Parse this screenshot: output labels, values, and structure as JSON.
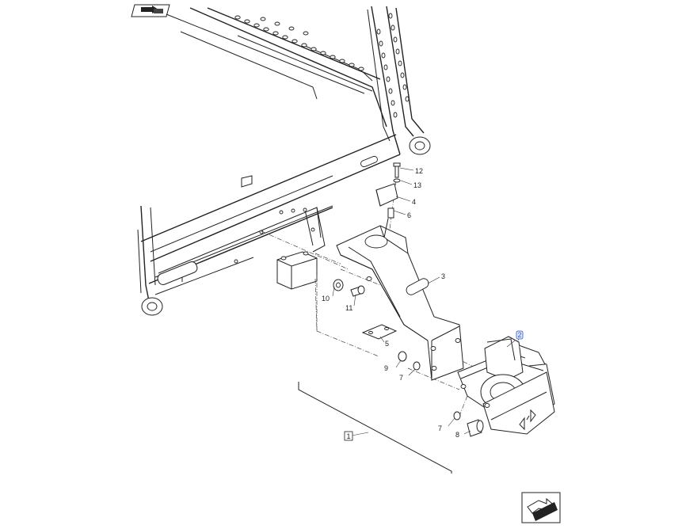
{
  "nav": {
    "back_icon": "back-arrow-icon",
    "next_icon": "next-page-icon"
  },
  "callouts": [
    {
      "id": "12",
      "text": "12"
    },
    {
      "id": "13",
      "text": "13"
    },
    {
      "id": "4",
      "text": "4"
    },
    {
      "id": "6",
      "text": "6"
    },
    {
      "id": "3",
      "text": "3"
    },
    {
      "id": "10",
      "text": "10"
    },
    {
      "id": "11",
      "text": "11"
    },
    {
      "id": "5",
      "text": "5"
    },
    {
      "id": "9",
      "text": "9"
    },
    {
      "id": "7a",
      "text": "7"
    },
    {
      "id": "2",
      "text": "2"
    },
    {
      "id": "7b",
      "text": "7"
    },
    {
      "id": "8",
      "text": "8"
    },
    {
      "id": "1",
      "text": "1"
    }
  ],
  "colors": {
    "line": "#222222",
    "highlight": "#3355cc"
  }
}
